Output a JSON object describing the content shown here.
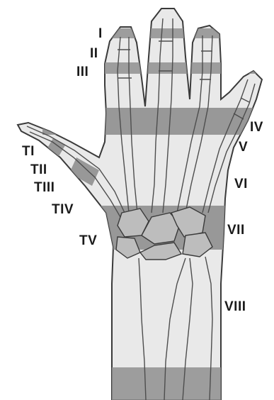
{
  "figure": {
    "subject": "hand-and-wrist-zones",
    "colors": {
      "skin": "#e9e9e9",
      "band": "#8f8f8f",
      "bone_fill": "#bdbdbd",
      "outline": "#3a3a3a",
      "bone_line": "#4d4d4d"
    },
    "zone_labels": {
      "I": "I",
      "II": "II",
      "III": "III",
      "IV": "IV",
      "V": "V",
      "VI": "VI",
      "VII": "VII",
      "VIII": "VIII",
      "TI": "TI",
      "TII": "TII",
      "TIII": "TIII",
      "TIV": "TIV",
      "TV": "TV"
    }
  }
}
